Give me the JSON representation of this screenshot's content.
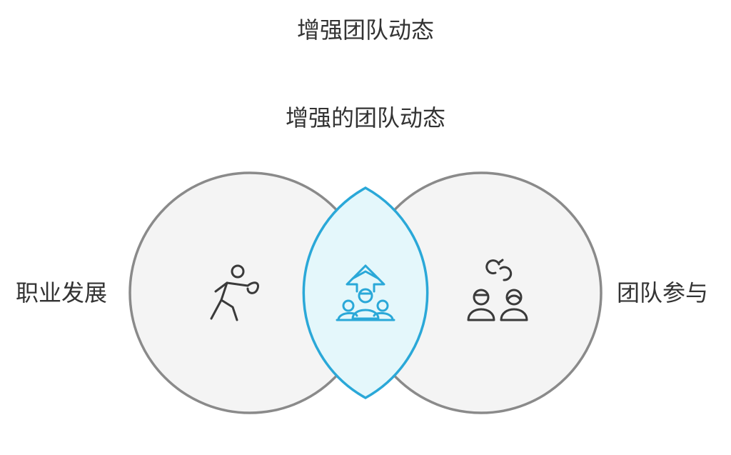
{
  "title": "增强团队动态",
  "overlap": {
    "label": "增强的团队动态",
    "icon": "team-growth-icon"
  },
  "sets": [
    {
      "label": "职业发展",
      "icon": "career-athlete-icon"
    },
    {
      "label": "团队参与",
      "icon": "team-engagement-icon"
    }
  ],
  "colors": {
    "circle_fill": "#f4f4f4",
    "circle_stroke": "#8a8a8a",
    "overlap_fill": "#e4f7fb",
    "overlap_stroke": "#2aa8d8",
    "icon_stroke": "#3a3a3a",
    "text": "#333333"
  }
}
